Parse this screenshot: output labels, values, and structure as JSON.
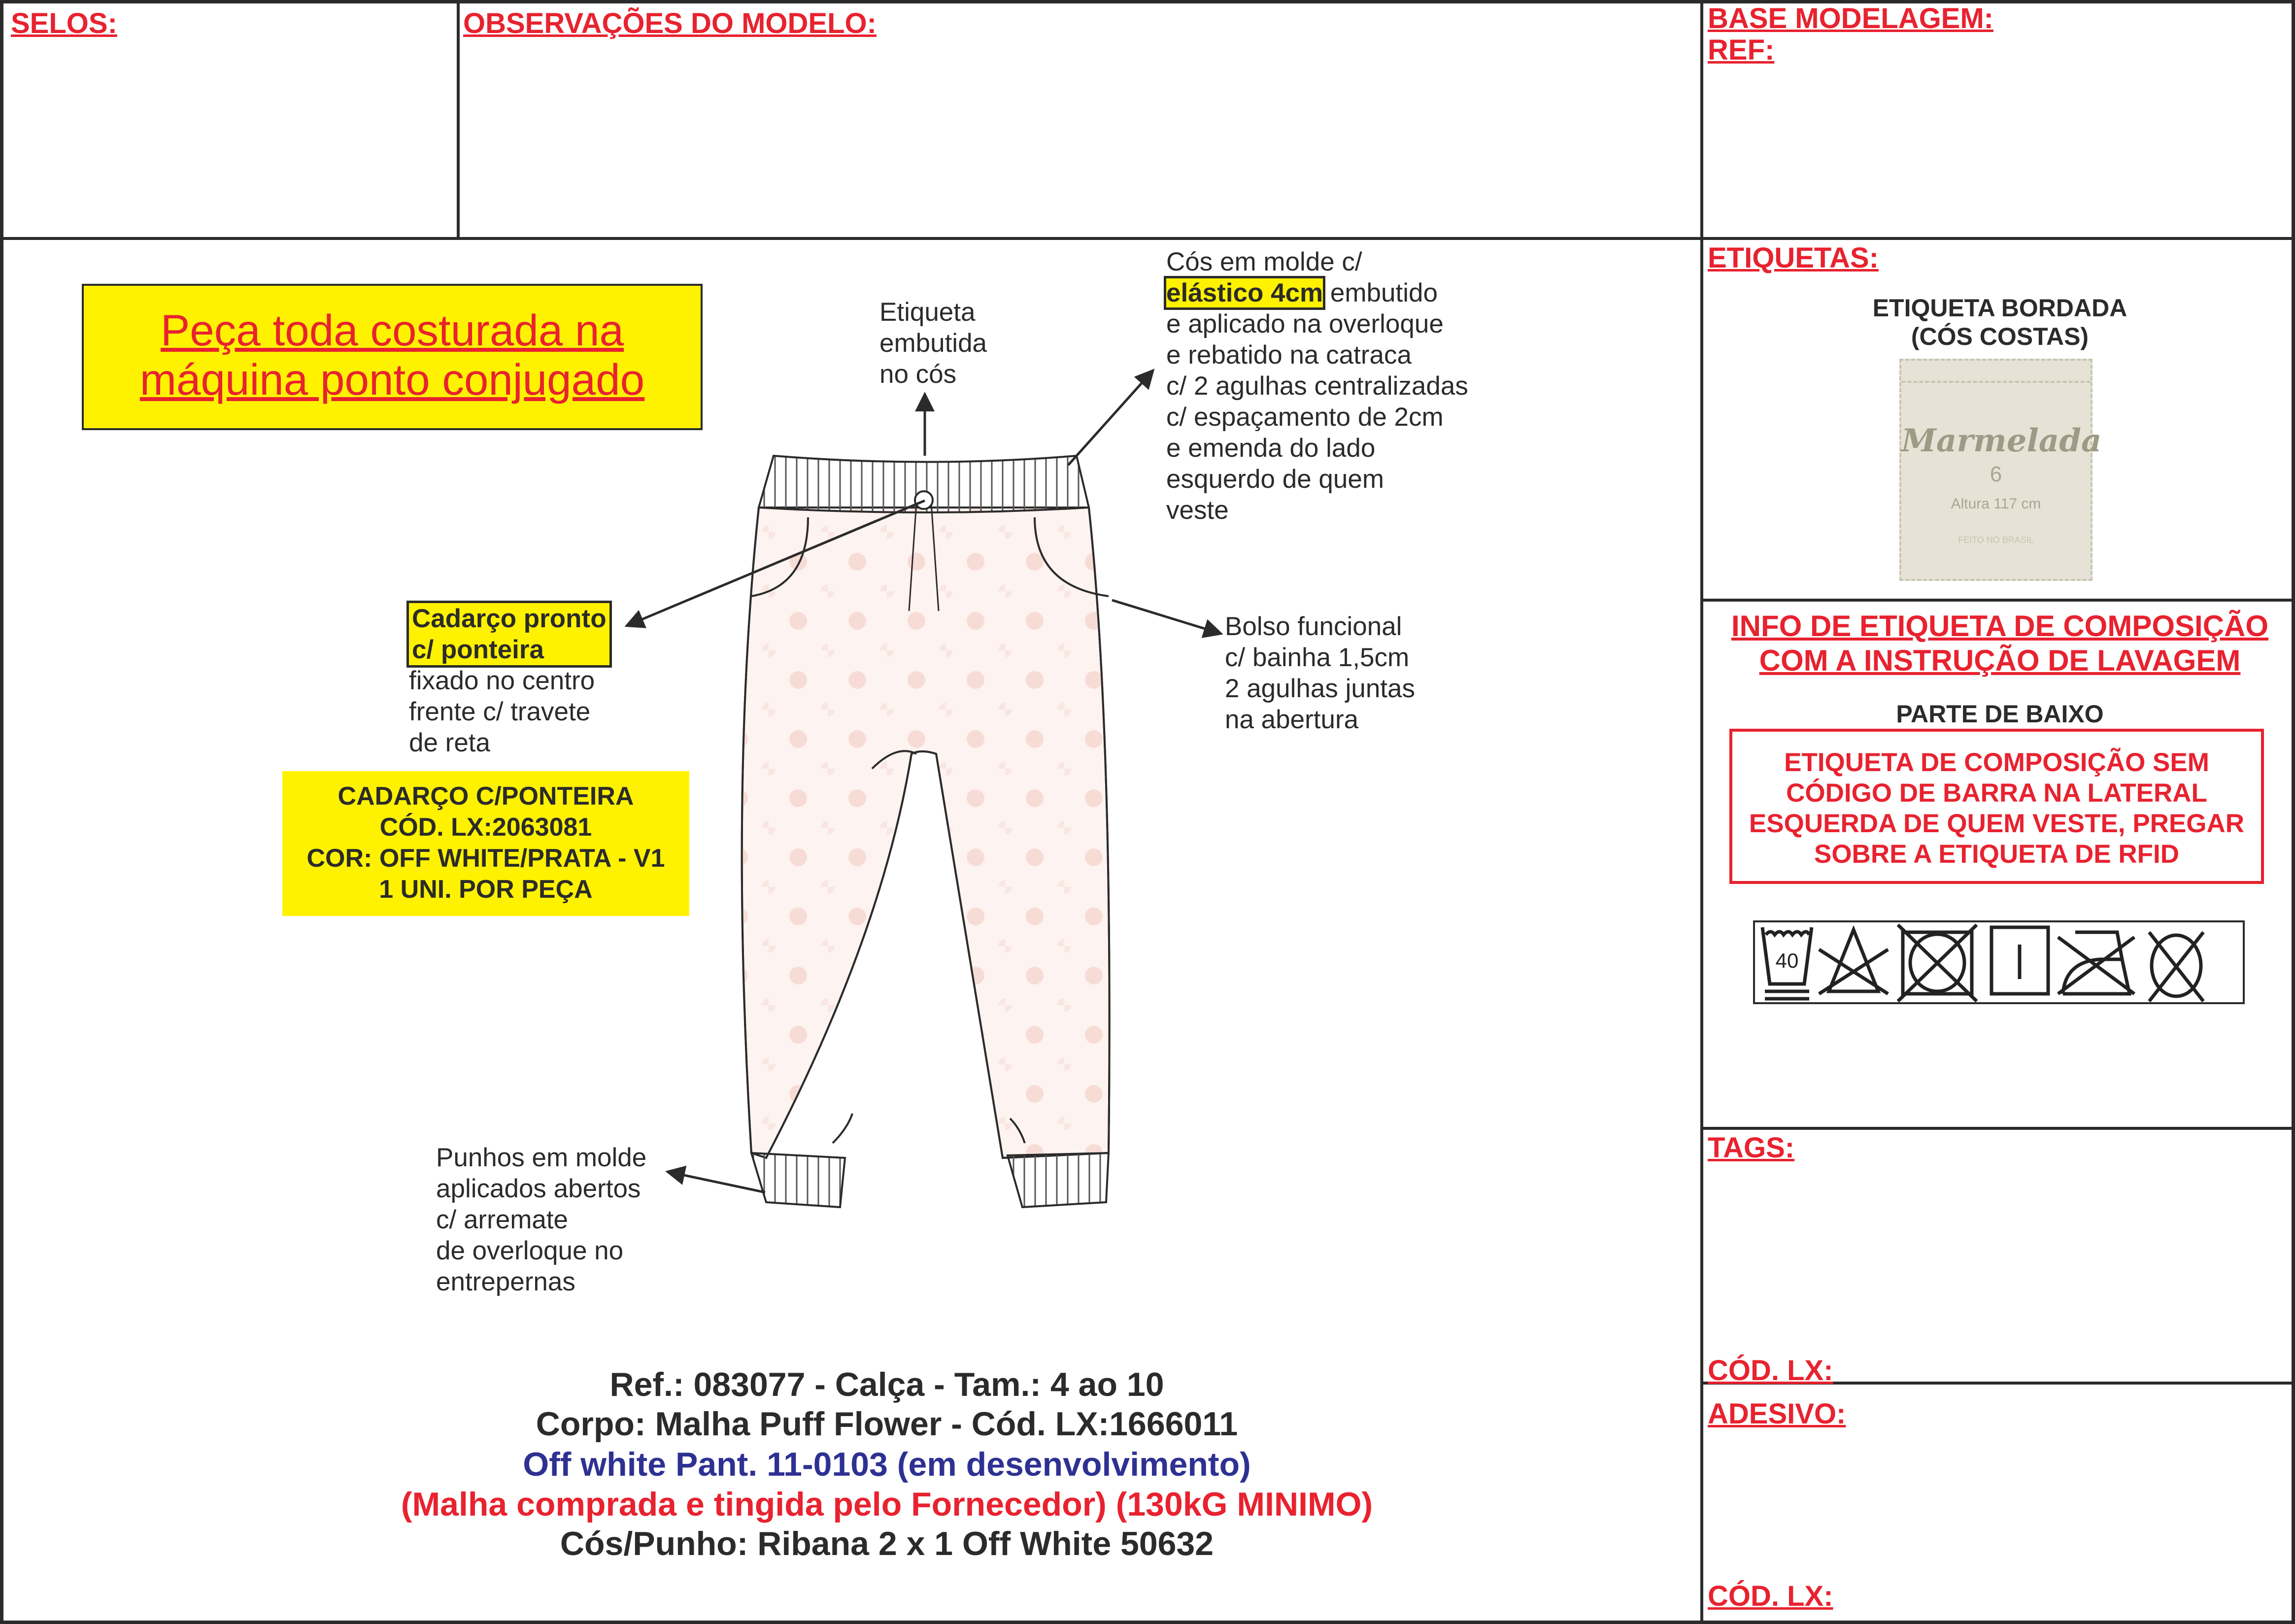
{
  "headers": {
    "selos": "SELOS:",
    "observacoes": "OBSERVAÇÕES DO MODELO:",
    "base_modelagem": "BASE MODELAGEM:",
    "ref": "REF:",
    "etiquetas": "ETIQUETAS:",
    "tags": "TAGS:",
    "cod_lx_tags": "CÓD. LX:",
    "adesivo": "ADESIVO:",
    "cod_lx_adesivo": "CÓD. LX:"
  },
  "banner": {
    "line1": "Peça toda costurada na",
    "line2": "máquina ponto conjugado"
  },
  "annotations": {
    "etiqueta": [
      "Etiqueta",
      "embutida",
      "no cós"
    ],
    "cos": {
      "line1": "Cós em molde c/",
      "highlight": "elástico 4cm",
      "after": " embutido",
      "rest": [
        "e aplicado na overloque",
        "e rebatido na catraca",
        "c/ 2 agulhas centralizadas",
        "c/ espaçamento de 2cm",
        "e emenda do lado",
        "esquerdo de quem",
        "veste"
      ]
    },
    "cadarco": {
      "highlight": [
        "Cadarço pronto",
        "c/ ponteira"
      ],
      "rest": [
        "fixado no centro",
        "frente c/ travete",
        "de reta"
      ]
    },
    "bolso": [
      "Bolso funcional",
      "c/ bainha 1,5cm",
      "2 agulhas juntas",
      "na abertura"
    ],
    "punhos": [
      "Punhos em molde",
      "aplicados abertos",
      "c/ arremate",
      "de overloque no",
      "entrepernas"
    ]
  },
  "cadarco_box": [
    "CADARÇO C/PONTEIRA",
    "CÓD. LX:2063081",
    "COR: OFF WHITE/PRATA - V1",
    "1 UNI. POR PEÇA"
  ],
  "bottom": {
    "ref": "Ref.: 083077 - Calça - Tam.: 4 ao 10",
    "corpo": "Corpo: Malha Puff Flower - Cód. LX:1666011",
    "cor": "Off white Pant. 11-0103 (em desenvolvimento)",
    "malha": "(Malha comprada e tingida pelo Fornecedor)  (130kG MINIMO)",
    "cos_punho": "Cós/Punho: Ribana 2 x 1 Off White 50632"
  },
  "etiqueta_bordada": {
    "title1": "ETIQUETA BORDADA",
    "title2": "(CÓS COSTAS)",
    "brand": "Marmelada",
    "size": "6",
    "height": "Altura 117 cm",
    "made": "FEITO NO BRASIL"
  },
  "composicao": {
    "title1": "INFO DE ETIQUETA DE COMPOSIÇÃO",
    "title2": "COM A INSTRUÇÃO DE LAVAGEM",
    "subtitle": "PARTE DE BAIXO",
    "box": [
      "ETIQUETA DE COMPOSIÇÃO SEM",
      "CÓDIGO DE BARRA NA LATERAL",
      "ESQUERDA DE QUEM VESTE, PREGAR",
      "SOBRE A ETIQUETA DE RFID"
    ],
    "wash_temp": "40"
  },
  "colors": {
    "red": "#e8222f",
    "yellow": "#fff200",
    "blue": "#2e3192",
    "text": "#2b2b2b"
  }
}
